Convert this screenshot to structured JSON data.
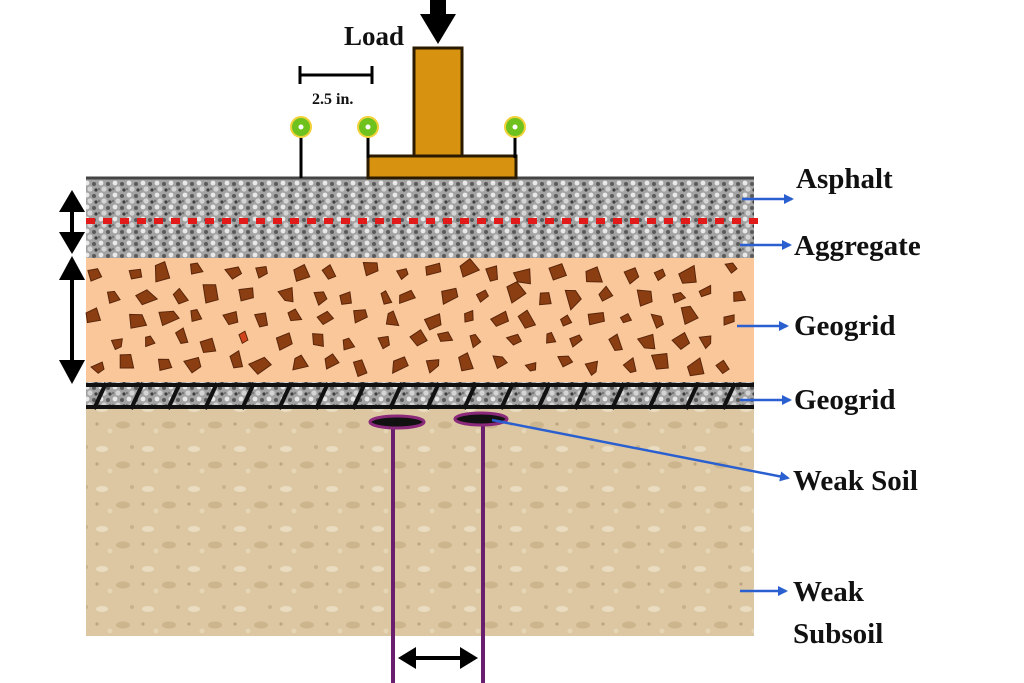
{
  "load_label": "Load",
  "spacing_label": "2.5 in.",
  "layers": {
    "asphalt": "Asphalt",
    "aggregate": "Aggregate",
    "geogrid_top": "Geogrid",
    "geogrid_bottom": "Geogrid",
    "weak_soil": "Weak Soil",
    "weak_subsoil_line1": "Weak",
    "weak_subsoil_line2": "Subsoil"
  },
  "colors": {
    "asphalt_gray": "#9a9a9a",
    "aggregate_peach": "#f9c79a",
    "stone_brown": "#8a3e12",
    "subsoil_tan": "#dcc7a2",
    "load_plate": "#d79210",
    "sensor_green": "#6fc21e",
    "pin_purple": "#6a1f6e",
    "pointer_blue": "#2a5fd0",
    "red_dotted": "#e21a1a"
  }
}
